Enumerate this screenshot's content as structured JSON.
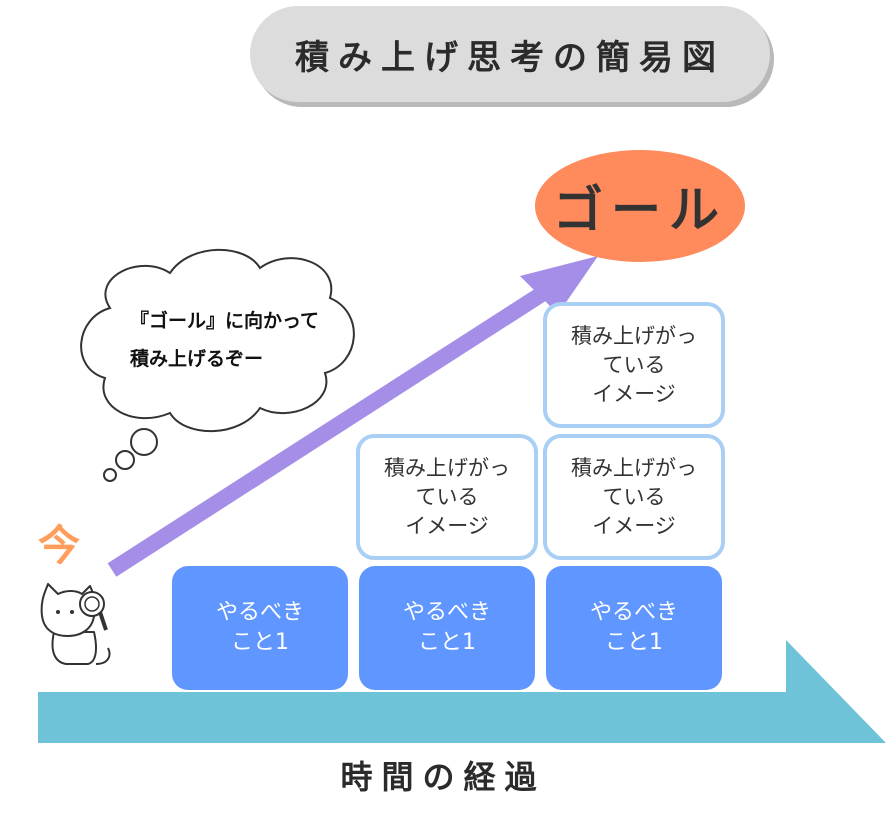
{
  "title": "積み上げ思考の簡易図",
  "goal_label": "ゴール",
  "now_label": "今",
  "thought": {
    "line1": "『ゴール』に向かって",
    "line2": "積み上げるぞー"
  },
  "blocks": {
    "tasks": [
      {
        "line1": "やるべき",
        "line2": "こと1"
      },
      {
        "line1": "やるべき",
        "line2": "こと1"
      },
      {
        "line1": "やるべき",
        "line2": "こと1"
      }
    ],
    "stacked": [
      {
        "line1": "積み上げがっ",
        "line2": "ている",
        "line3": "イメージ"
      },
      {
        "line1": "積み上げがっ",
        "line2": "ている",
        "line3": "イメージ"
      },
      {
        "line1": "積み上げがっ",
        "line2": "ている",
        "line3": "イメージ"
      }
    ]
  },
  "time_axis_label": "時間の経過",
  "colors": {
    "title_bg": "#dcdcdc",
    "goal": "#ff8a5c",
    "arrow": "#a48ee8",
    "task_block": "#6096ff",
    "stack_border": "#a9cff5",
    "time_arrow": "#6fc3d8",
    "now": "#ff9d5c"
  },
  "icons": {
    "mascot": "cat-with-magnifying-glass-icon"
  }
}
